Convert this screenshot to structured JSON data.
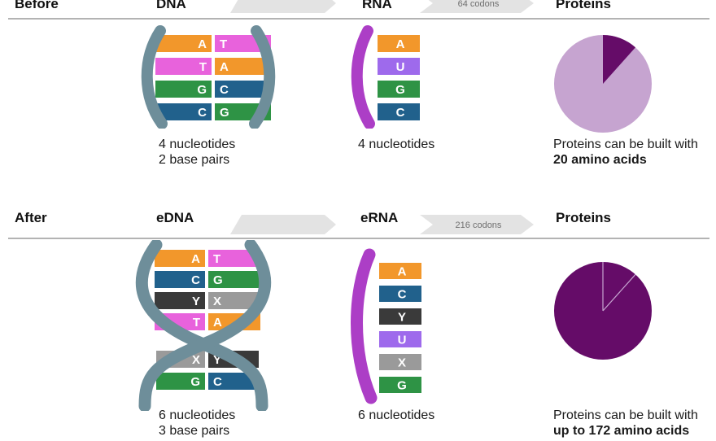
{
  "colors": {
    "A": "#F2972B",
    "T": "#E862DC",
    "G": "#2E9345",
    "C": "#21618C",
    "U": "#9E6AEC",
    "X": "#9A9A9A",
    "Y": "#3A3A3A",
    "dna_backbone": "#6E8E9A",
    "rna_backbone": "#AC3EC6",
    "pie_light": "#C6A4D0",
    "pie_dark": "#650C68",
    "arrow_fill": "#E3E3E3",
    "arrow_text": "#6F6F6F",
    "rule": "#B3B3B3"
  },
  "rows": [
    {
      "label": "Before",
      "dna_label": "DNA",
      "rna_label": "RNA",
      "codons_label": "64 codons",
      "proteins_label": "Proteins",
      "dna_pairs_top": [
        [
          "A",
          "T"
        ],
        [
          "T",
          "A"
        ],
        [
          "G",
          "C"
        ],
        [
          "C",
          "G"
        ]
      ],
      "dna_pairs_bottom": [],
      "rna_bases": [
        "A",
        "U",
        "G",
        "C"
      ],
      "dna_caption": [
        "4 nucleotides",
        "2 base pairs"
      ],
      "rna_caption": "4 nucleotides",
      "protein_caption": "Proteins can be built with",
      "protein_caption_bold": "20 amino acids",
      "pie": {
        "total": 172,
        "highlight": 20,
        "filled": false
      }
    },
    {
      "label": "After",
      "dna_label": "eDNA",
      "rna_label": "eRNA",
      "codons_label": "216 codons",
      "proteins_label": "Proteins",
      "dna_pairs_top": [
        [
          "A",
          "T"
        ],
        [
          "C",
          "G"
        ],
        [
          "Y",
          "X"
        ],
        [
          "T",
          "A"
        ]
      ],
      "dna_pairs_bottom": [
        [
          "X",
          "Y"
        ],
        [
          "G",
          "C"
        ]
      ],
      "rna_bases": [
        "A",
        "C",
        "Y",
        "U",
        "X",
        "G"
      ],
      "dna_caption": [
        "6 nucleotides",
        "3 base pairs"
      ],
      "rna_caption": "6 nucleotides",
      "protein_caption": "Proteins can be built with",
      "protein_caption_bold": "up to 172 amino acids",
      "pie": {
        "total": 172,
        "highlight": 20,
        "filled": true
      }
    }
  ]
}
